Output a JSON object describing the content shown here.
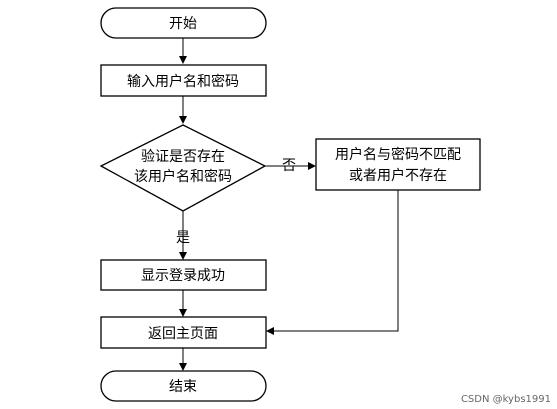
{
  "nodes": {
    "start": "开始",
    "input": "输入用户名和密码",
    "verify_line1": "验证是否存在",
    "verify_line2": "该用户名和密码",
    "error_line1": "用户名与密码不匹配",
    "error_line2": "或者用户不存在",
    "success": "显示登录成功",
    "home": "返回主页面",
    "end": "结束"
  },
  "edges": {
    "yes_label": "是",
    "no_label": "否"
  },
  "watermark": "CSDN @kybs1991",
  "colors": {
    "stroke": "#000000",
    "fill": "#ffffff",
    "text": "#000000",
    "watermark": "#666666"
  }
}
